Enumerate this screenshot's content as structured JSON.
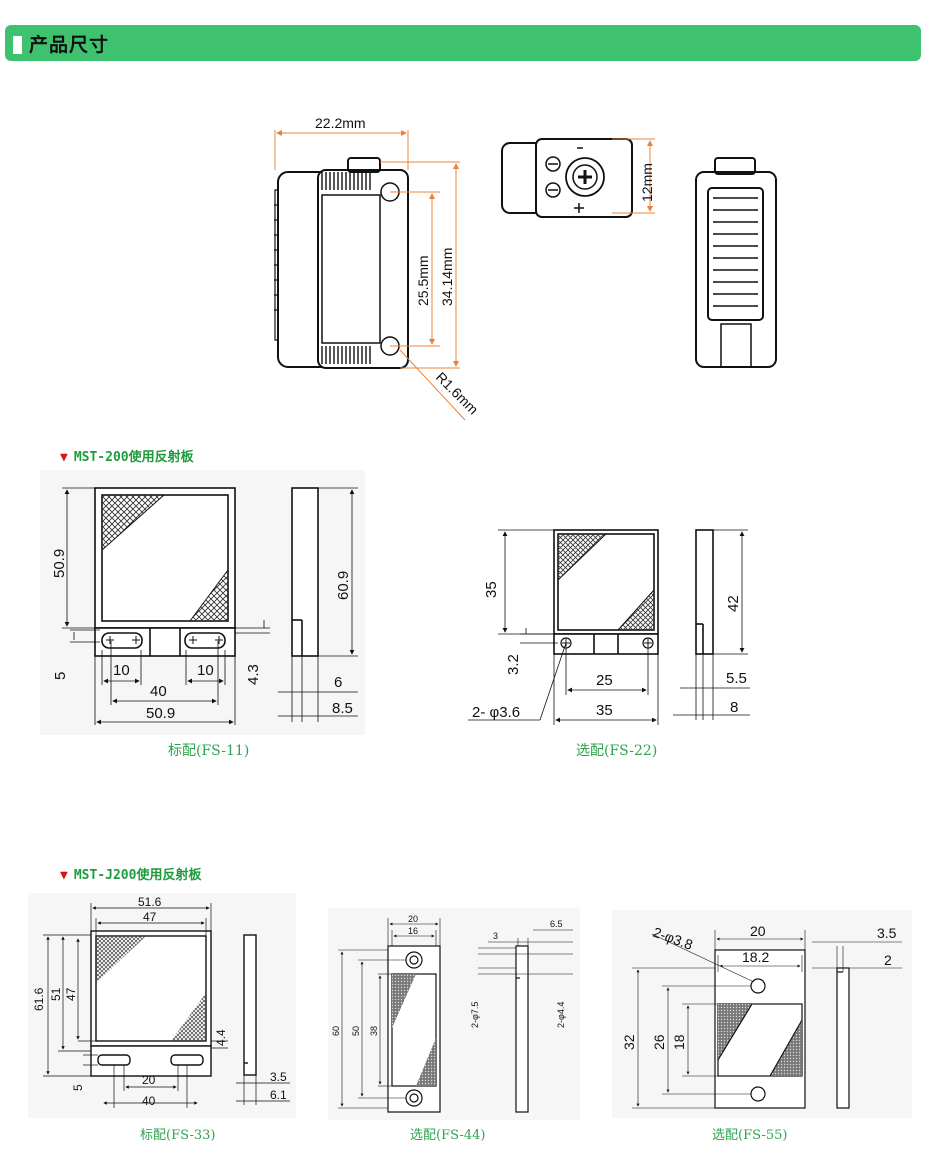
{
  "header": {
    "title": "产品尺寸"
  },
  "sensor": {
    "width": "22.2mm",
    "pitch": "25.5mm",
    "height": "34.14mm",
    "depth": "12mm",
    "radius": "R1.6mm"
  },
  "section1": {
    "title": "MST-200使用反射板",
    "fs11": {
      "caption": "标配(FS-11)",
      "dims": {
        "h_main": "50.9",
        "h_total": "60.9",
        "slot_h": "5",
        "slot_w_left": "10",
        "slot_w_right": "10",
        "hole_pitch": "40",
        "width": "50.9",
        "tab_h": "4.3",
        "thick_a": "6",
        "thick_b": "8.5"
      }
    },
    "fs22": {
      "caption": "选配(FS-22)",
      "dims": {
        "h_main": "35",
        "h_total": "42",
        "tab_h": "3.2",
        "hole_pitch": "25",
        "width": "35",
        "hole": "2- φ3.6",
        "thick_a": "5.5",
        "thick_b": "8"
      }
    }
  },
  "section2": {
    "title": "MST-J200使用反射板",
    "fs33": {
      "caption": "标配(FS-33)",
      "dims": {
        "w_total": "51.6",
        "w_main": "47",
        "h_total": "61.6",
        "h_a": "51",
        "h_b": "47",
        "tab": "4.4",
        "slot": "5",
        "pitch_a": "20",
        "pitch_b": "40",
        "thick_a": "3.5",
        "thick_b": "6.1"
      }
    },
    "fs44": {
      "caption": "选配(FS-44)",
      "dims": {
        "w_total": "20",
        "w_inner": "16",
        "h_total": "60",
        "h_a": "50",
        "h_b": "38",
        "hole_a": "2-φ7.5",
        "hole_b": "2-φ4.4",
        "thick_a": "3",
        "thick_b": "6.5"
      }
    },
    "fs55": {
      "caption": "选配(FS-55)",
      "dims": {
        "hole": "2-φ3.8",
        "w_total": "20",
        "w_inner": "18.2",
        "h_total": "32",
        "h_a": "26",
        "h_b": "18",
        "thick_a": "3.5",
        "thick_b": "2"
      }
    }
  }
}
